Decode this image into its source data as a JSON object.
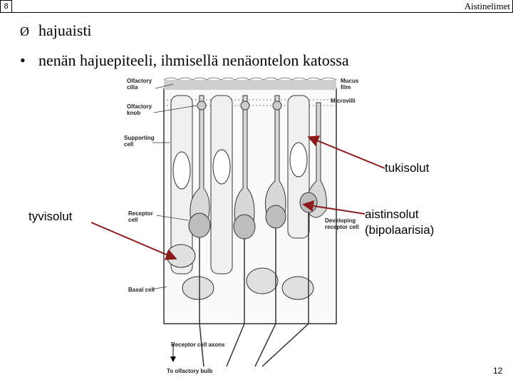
{
  "header": {
    "page_number": "8",
    "title": "Aistinelimet"
  },
  "bullets": [
    {
      "marker": "Ø",
      "text": "hajuaisti"
    },
    {
      "marker": "•",
      "text": "nenän hajuepiteeli, ihmisellä nenäontelon katossa"
    }
  ],
  "figure_labels": {
    "olfactory_cilia": [
      "Olfactory",
      "cilia"
    ],
    "olfactory_knob": [
      "Olfactory",
      "knob"
    ],
    "supporting_cell": [
      "Supporting",
      "cell"
    ],
    "receptor_cell": [
      "Receptor",
      "cell"
    ],
    "basal_cell": "Basal cell",
    "mucus_film": [
      "Mucus",
      "film"
    ],
    "microvilli": "Microvilli",
    "developing_receptor_cell": [
      "Developing",
      "receptor cell"
    ],
    "receptor_cell_axons": "Receptor cell axons",
    "to_olfactory_bulb": "To olfactory bulb"
  },
  "annotations": {
    "tukisolut": "tukisolut",
    "tyvisolut": "tyvisolut",
    "aistinsolut_line1": "aistinsolut",
    "aistinsolut_line2": "(bipolaarisia)"
  },
  "colors": {
    "arrow": "#8b1a1a",
    "diagram_shade": "#d8d8d8",
    "diagram_stroke": "#333333"
  },
  "slide_number": "12"
}
